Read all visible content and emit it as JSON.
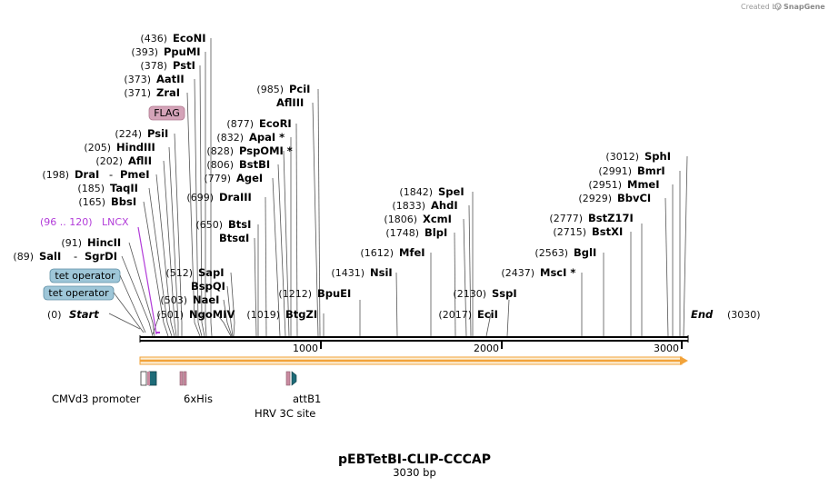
{
  "branding": {
    "created_by": "Created by",
    "app": "SnapGene"
  },
  "plasmid": {
    "name": "pEBTetBI-CLIP-CCCAP",
    "length": "3030 bp"
  },
  "ruler": {
    "labels": [
      "1000",
      "2000",
      "3000"
    ]
  },
  "ends": {
    "start_pos": "(0)",
    "start_label": "Start",
    "end_label": "End",
    "end_pos": "(3030)"
  },
  "sites": [
    {
      "pos": "(436)",
      "name": "EcoNI"
    },
    {
      "pos": "(393)",
      "name": "PpuMI"
    },
    {
      "pos": "(378)",
      "name": "PstI"
    },
    {
      "pos": "(373)",
      "name": "AatII"
    },
    {
      "pos": "(371)",
      "name": "ZraI"
    },
    {
      "pos": "(224)",
      "name": "PsiI"
    },
    {
      "pos": "(205)",
      "name": "HindIII"
    },
    {
      "pos": "(202)",
      "name": "AflII"
    },
    {
      "pos": "(198)",
      "name": "DraI",
      "sep": "-",
      "name2": "PmeI"
    },
    {
      "pos": "(185)",
      "name": "TaqII"
    },
    {
      "pos": "(165)",
      "name": "BbsI"
    },
    {
      "pos": "(91)",
      "name": "HincII"
    },
    {
      "pos": "(89)",
      "name": "SalI",
      "sep": "-",
      "name2": "SgrDI"
    },
    {
      "pos": "(512)",
      "name": "SapI"
    },
    {
      "pos": "",
      "name": "BspQI"
    },
    {
      "pos": "(503)",
      "name": "NaeI"
    },
    {
      "pos": "(501)",
      "name": "NgoMIV"
    },
    {
      "pos": "(985)",
      "name": "PciI"
    },
    {
      "pos": "",
      "name": "AflIII"
    },
    {
      "pos": "(877)",
      "name": "EcoRI"
    },
    {
      "pos": "(832)",
      "name": "ApaI *"
    },
    {
      "pos": "(828)",
      "name": "PspOMI *"
    },
    {
      "pos": "(806)",
      "name": "BstBI"
    },
    {
      "pos": "(779)",
      "name": "AgeI"
    },
    {
      "pos": "(699)",
      "name": "DraIII"
    },
    {
      "pos": "(650)",
      "name": "BtsI"
    },
    {
      "pos": "",
      "name": "BtsαI"
    },
    {
      "pos": "(1212)",
      "name": "BpuEI"
    },
    {
      "pos": "(1019)",
      "name": "BtgZI"
    },
    {
      "pos": "(1431)",
      "name": "NsiI"
    },
    {
      "pos": "(1612)",
      "name": "MfeI"
    },
    {
      "pos": "(1842)",
      "name": "SpeI"
    },
    {
      "pos": "(1833)",
      "name": "AhdI"
    },
    {
      "pos": "(1806)",
      "name": "XcmI"
    },
    {
      "pos": "(1748)",
      "name": "BlpI"
    },
    {
      "pos": "(2130)",
      "name": "SspI"
    },
    {
      "pos": "(2017)",
      "name": "EciI"
    },
    {
      "pos": "(2437)",
      "name": "MscI *"
    },
    {
      "pos": "(2563)",
      "name": "BglI"
    },
    {
      "pos": "(3012)",
      "name": "SphI"
    },
    {
      "pos": "(2991)",
      "name": "BmrI"
    },
    {
      "pos": "(2951)",
      "name": "MmeI"
    },
    {
      "pos": "(2929)",
      "name": "BbvCI"
    },
    {
      "pos": "(2777)",
      "name": "BstZ17I"
    },
    {
      "pos": "(2715)",
      "name": "BstXI"
    }
  ],
  "annotations": {
    "flag": "FLAG",
    "lncx_pos": "(96 .. 120)",
    "lncx": "LNCX",
    "tet_operator_1": "tet operator",
    "tet_operator_2": "tet operator"
  },
  "features": {
    "cmv": "CMVd3 promoter",
    "his": "6xHis",
    "hrv": "HRV 3C site",
    "attb1": "attB1"
  },
  "colors": {
    "backbone": "#000000",
    "orf": "#f2a33a",
    "orf_fill": "#fcefd7",
    "promoter": "#1e6b78",
    "tag_pink": "#c98aa0",
    "tet_box": "#9ec6d8",
    "flag_box": "#d4a3b8",
    "lncx": "#b23cd9"
  }
}
